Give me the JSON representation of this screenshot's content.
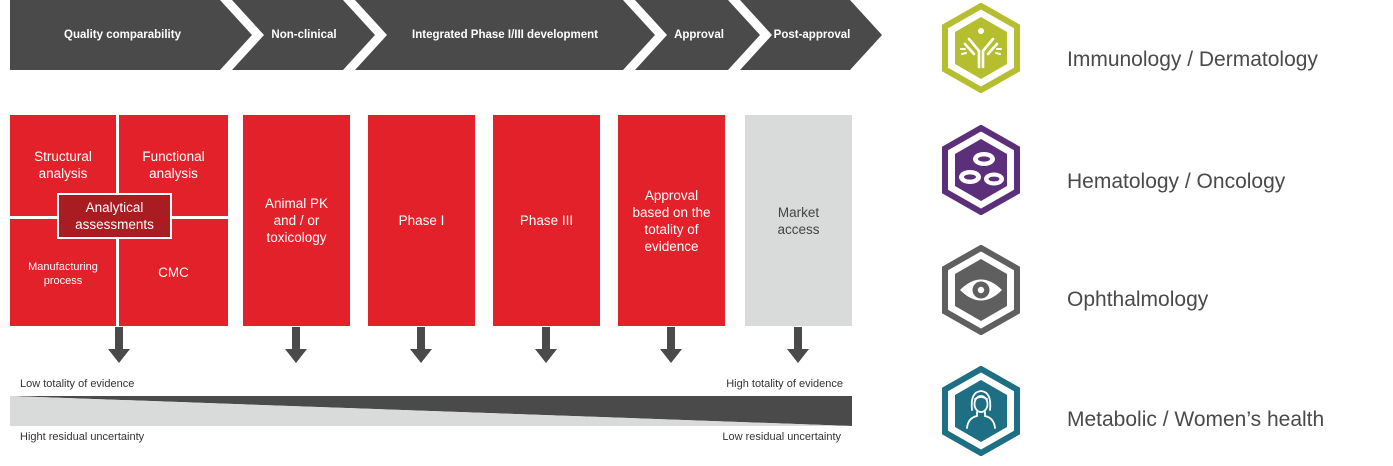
{
  "phases": [
    {
      "label": "Quality comparability"
    },
    {
      "label": "Non-clinical"
    },
    {
      "label": "Integrated Phase I/III development"
    },
    {
      "label": "Approval"
    },
    {
      "label": "Post-approval"
    }
  ],
  "quality_grid": {
    "structural": "Structural analysis",
    "functional": "Functional analysis",
    "center": "Analytical assessments",
    "manufacturing": "Manufacturing process",
    "cmc": "CMC"
  },
  "boxes": [
    {
      "label": "Animal PK and / or toxicology"
    },
    {
      "label": "Phase I"
    },
    {
      "label": "Phase III"
    },
    {
      "label": "Approval based on the totality of evidence"
    },
    {
      "label": "Market access"
    }
  ],
  "evidence": {
    "top_left": "Low totality of evidence",
    "top_right": "High totality of evidence",
    "bottom_left": "Hight residual uncertainty",
    "bottom_right": "Low residual uncertainty"
  },
  "therapeutic_areas": [
    {
      "label": "Immunology / Dermatology",
      "color": "#b5be2e",
      "icon": "antibody-icon"
    },
    {
      "label": "Hematology / Oncology",
      "color": "#5b2f7a",
      "icon": "blood-cells-icon"
    },
    {
      "label": "Ophthalmology",
      "color": "#5f5f5f",
      "icon": "eye-icon"
    },
    {
      "label": "Metabolic / Women’s health",
      "color": "#1e6f84",
      "icon": "woman-icon"
    }
  ],
  "colors": {
    "chevron": "#4a4a4a",
    "red": "#e3212a",
    "dark_red": "#a81c22",
    "grey_box": "#d9dbdb"
  }
}
